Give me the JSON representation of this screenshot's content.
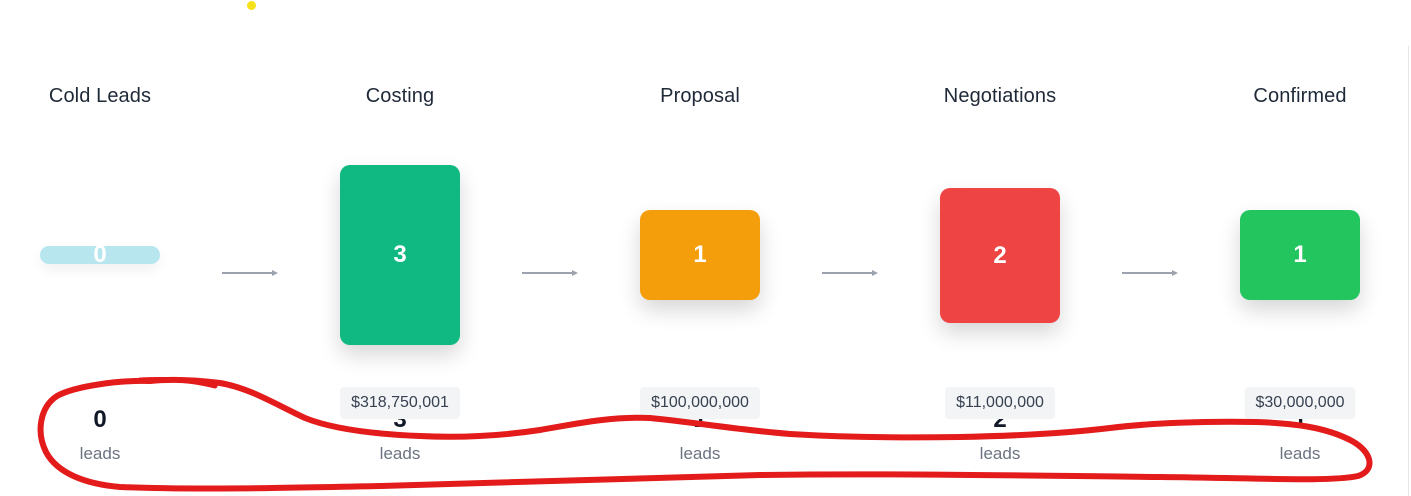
{
  "pipeline": {
    "stages": [
      {
        "title": "Cold Leads",
        "count": "0",
        "amount": "",
        "leads_count": "0",
        "leads_label": "leads",
        "color": "#b7e6ef"
      },
      {
        "title": "Costing",
        "count": "3",
        "amount": "$318,750,001",
        "leads_count": "3",
        "leads_label": "leads",
        "color": "#10b981"
      },
      {
        "title": "Proposal",
        "count": "1",
        "amount": "$100,000,000",
        "leads_count": "1",
        "leads_label": "leads",
        "color": "#f59e0b"
      },
      {
        "title": "Negotiations",
        "count": "2",
        "amount": "$11,000,000",
        "leads_count": "2",
        "leads_label": "leads",
        "color": "#ef4444"
      },
      {
        "title": "Confirmed",
        "count": "1",
        "amount": "$30,000,000",
        "leads_count": "1",
        "leads_label": "leads",
        "color": "#22c55e"
      }
    ]
  },
  "icons": {
    "arrow": "arrow-right-icon"
  },
  "annotation": {
    "color": "#e31b1b"
  }
}
